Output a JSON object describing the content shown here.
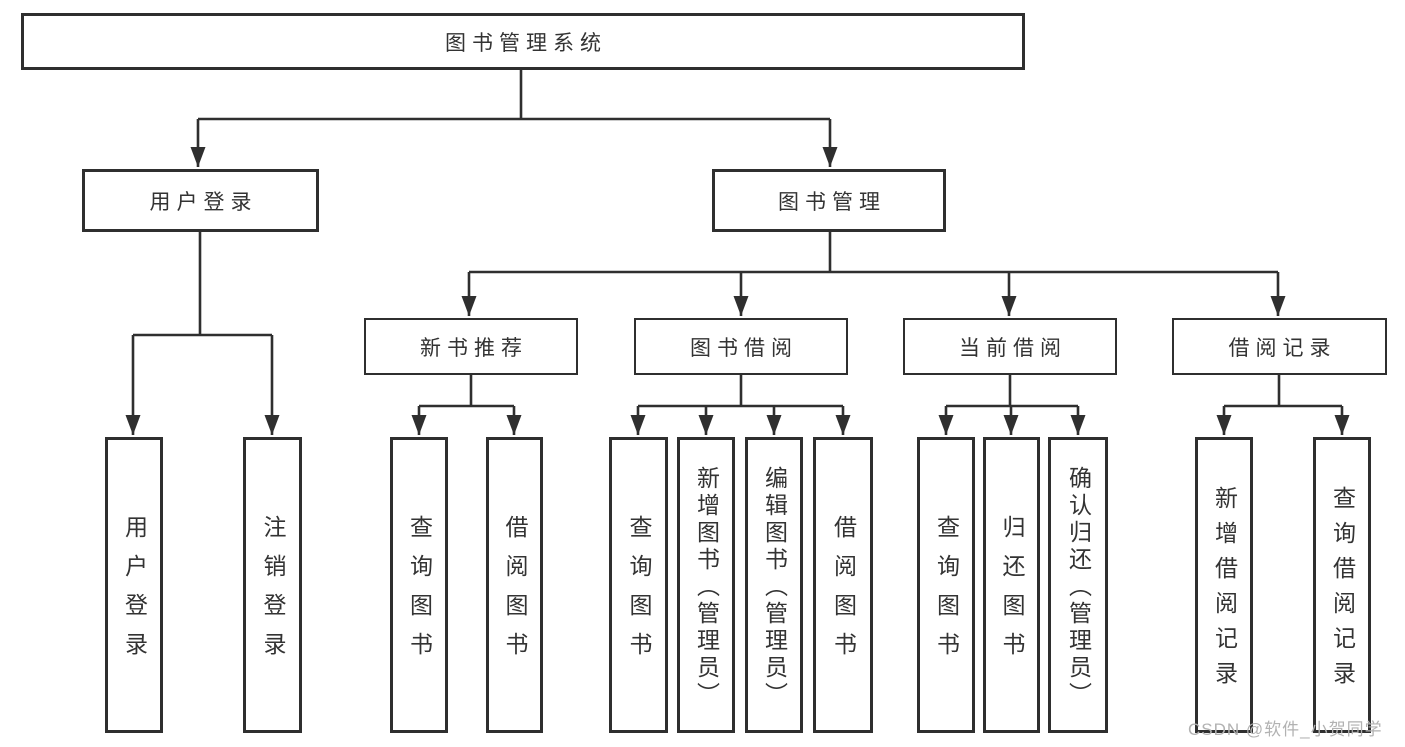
{
  "tree": {
    "label": "图书管理系统",
    "children": [
      {
        "label": "用户登录",
        "children": [
          {
            "label": "用户登录"
          },
          {
            "label": "注销登录"
          }
        ]
      },
      {
        "label": "图书管理",
        "children": [
          {
            "label": "新书推荐",
            "children": [
              {
                "label": "查询图书"
              },
              {
                "label": "借阅图书"
              }
            ]
          },
          {
            "label": "图书借阅",
            "children": [
              {
                "label": "查询图书"
              },
              {
                "label": "新增图书（管理员）"
              },
              {
                "label": "编辑图书（管理员）"
              },
              {
                "label": "借阅图书"
              }
            ]
          },
          {
            "label": "当前借阅",
            "children": [
              {
                "label": "查询图书"
              },
              {
                "label": "归还图书"
              },
              {
                "label": "确认归还（管理员）"
              }
            ]
          },
          {
            "label": "借阅记录",
            "children": [
              {
                "label": "新增借阅记录"
              },
              {
                "label": "查询借阅记录"
              }
            ]
          }
        ]
      }
    ]
  },
  "watermark": {
    "text": "CSDN @软件_小贺同学"
  },
  "colors": {
    "line": "#2f2f2f",
    "box_border": "#2f2f2f",
    "text": "#333333",
    "background": "#ffffff",
    "watermark": "#b2b2b2"
  }
}
